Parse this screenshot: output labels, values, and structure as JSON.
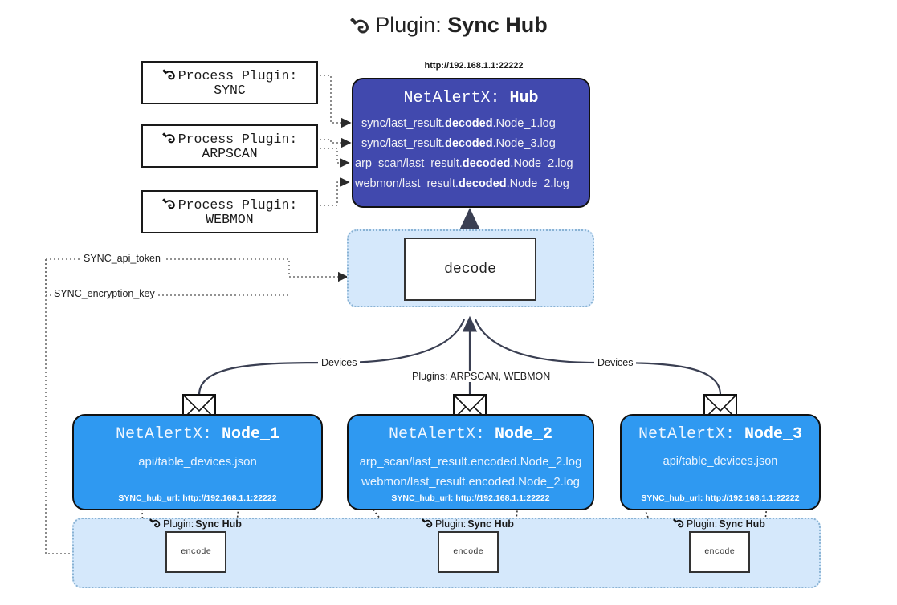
{
  "title": {
    "icon": "plug-icon",
    "prefix": "Plugin: ",
    "name": "Sync Hub"
  },
  "colors": {
    "hub_fill": "#4149ae",
    "node_fill": "#2f99f1",
    "container_fill": "#d5e8fb",
    "container_border": "#8ab3d4",
    "stroke": "#111111",
    "text_light": "#eaf4ff"
  },
  "process_plugins": [
    {
      "icon": "plug-icon",
      "line1": "Process Plugin:",
      "line2": "SYNC"
    },
    {
      "icon": "plug-icon",
      "line1": "Process Plugin:",
      "line2": "ARPSCAN"
    },
    {
      "icon": "plug-icon",
      "line1": "Process Plugin:",
      "line2": "WEBMON"
    }
  ],
  "hub": {
    "url": "http://192.168.1.1:22222",
    "title_prefix": "NetAlertX: ",
    "title_name": "Hub",
    "rows": [
      {
        "pre": "sync/last_result.",
        "bold": "decoded",
        "post": ".Node_1.log"
      },
      {
        "pre": "sync/last_result.",
        "bold": "decoded",
        "post": ".Node_3.log"
      },
      {
        "pre": "arp_scan/last_result.",
        "bold": "decoded",
        "post": ".Node_2.log"
      },
      {
        "pre": "webmon/last_result.",
        "bold": "decoded",
        "post": ".Node_2.log"
      }
    ]
  },
  "decode": {
    "label": "decode"
  },
  "secrets": [
    {
      "label": "SYNC_api_token"
    },
    {
      "label": "SYNC_encryption_key"
    }
  ],
  "edge_labels": {
    "left_devices": "Devices",
    "right_devices": "Devices",
    "center_plugins": "Plugins: ARPSCAN, WEBMON"
  },
  "nodes": [
    {
      "id": "Node_1",
      "title_prefix": "NetAlertX: ",
      "title_name": "Node_1",
      "lines": [
        "api/table_devices.json"
      ],
      "footer": "SYNC_hub_url: http://192.168.1.1:22222",
      "mail_icon": "envelope-icon"
    },
    {
      "id": "Node_2",
      "title_prefix": "NetAlertX: ",
      "title_name": "Node_2",
      "lines": [
        "arp_scan/last_result.encoded.Node_2.log",
        "webmon/last_result.encoded.Node_2.log"
      ],
      "footer": "SYNC_hub_url: http://192.168.1.1:22222",
      "mail_icon": "envelope-icon"
    },
    {
      "id": "Node_3",
      "title_prefix": "NetAlertX: ",
      "title_name": "Node_3",
      "lines": [
        "api/table_devices.json"
      ],
      "footer": "SYNC_hub_url: http://192.168.1.1:22222",
      "mail_icon": "envelope-icon"
    }
  ],
  "encoders": [
    {
      "icon": "plug-icon",
      "prefix": "Plugin: ",
      "name": "Sync Hub",
      "box_label": "encode"
    },
    {
      "icon": "plug-icon",
      "prefix": "Plugin: ",
      "name": "Sync Hub",
      "box_label": "encode"
    },
    {
      "icon": "plug-icon",
      "prefix": "Plugin: ",
      "name": "Sync Hub",
      "box_label": "encode"
    }
  ]
}
